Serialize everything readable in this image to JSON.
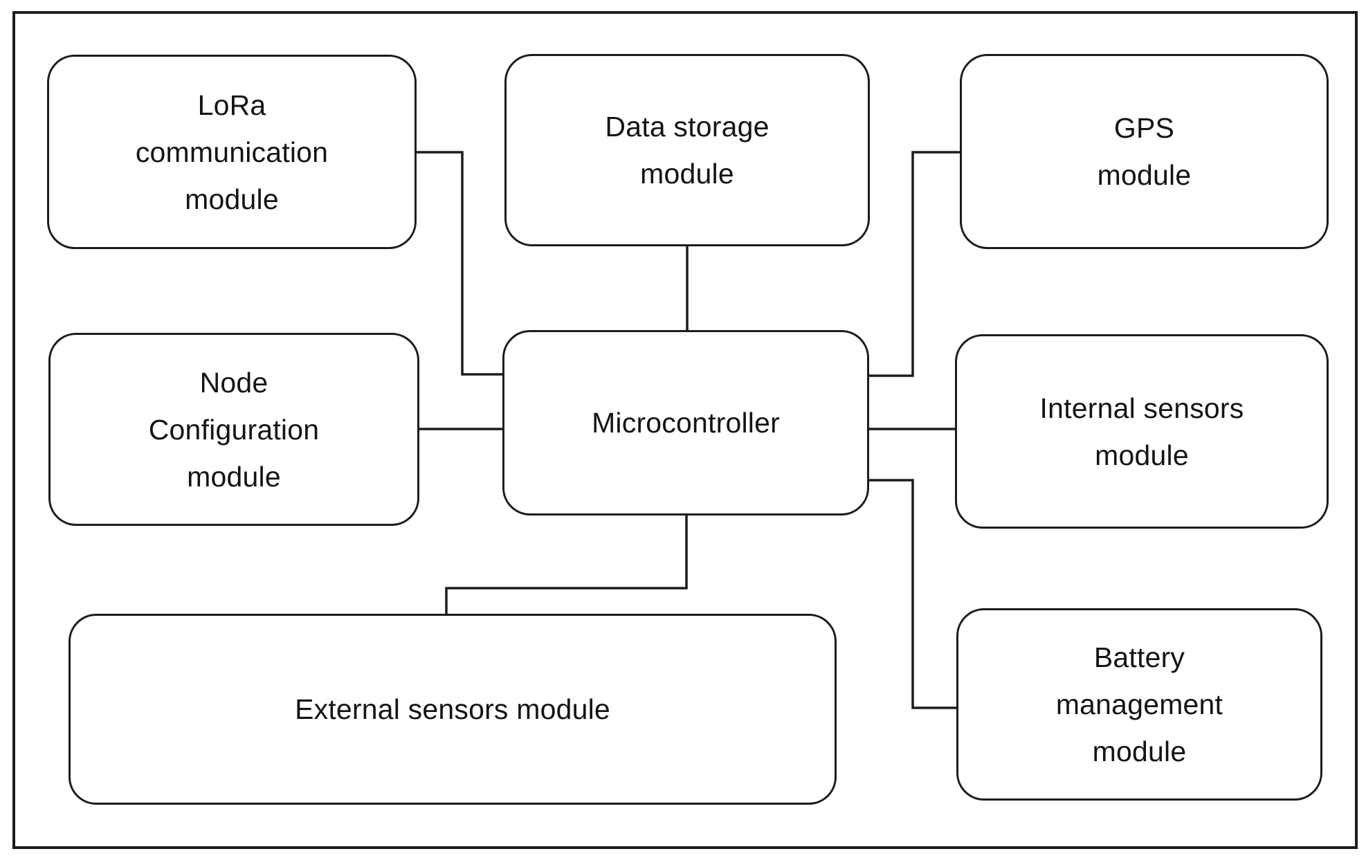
{
  "diagram": {
    "type": "block-diagram",
    "boxes": {
      "lora": {
        "label": "LoRa\ncommunication\nmodule"
      },
      "storage": {
        "label": "Data storage\nmodule"
      },
      "gps": {
        "label": "GPS\nmodule"
      },
      "node": {
        "label": "Node\nConfiguration\nmodule"
      },
      "micro": {
        "label": "Microcontroller"
      },
      "internal": {
        "label": "Internal sensors\nmodule"
      },
      "external": {
        "label": "External sensors module"
      },
      "battery": {
        "label": "Battery\nmanagement\nmodule"
      }
    },
    "edges": [
      {
        "from": "LoRa communication module",
        "to": "Microcontroller"
      },
      {
        "from": "Data storage module",
        "to": "Microcontroller"
      },
      {
        "from": "GPS module",
        "to": "Microcontroller"
      },
      {
        "from": "Node Configuration module",
        "to": "Microcontroller"
      },
      {
        "from": "Microcontroller",
        "to": "Internal sensors module"
      },
      {
        "from": "Microcontroller",
        "to": "External sensors module"
      },
      {
        "from": "Microcontroller",
        "to": "Battery management module"
      }
    ],
    "colors": {
      "stroke": "#1c1c1c",
      "text": "#141414",
      "background": "#ffffff"
    }
  }
}
